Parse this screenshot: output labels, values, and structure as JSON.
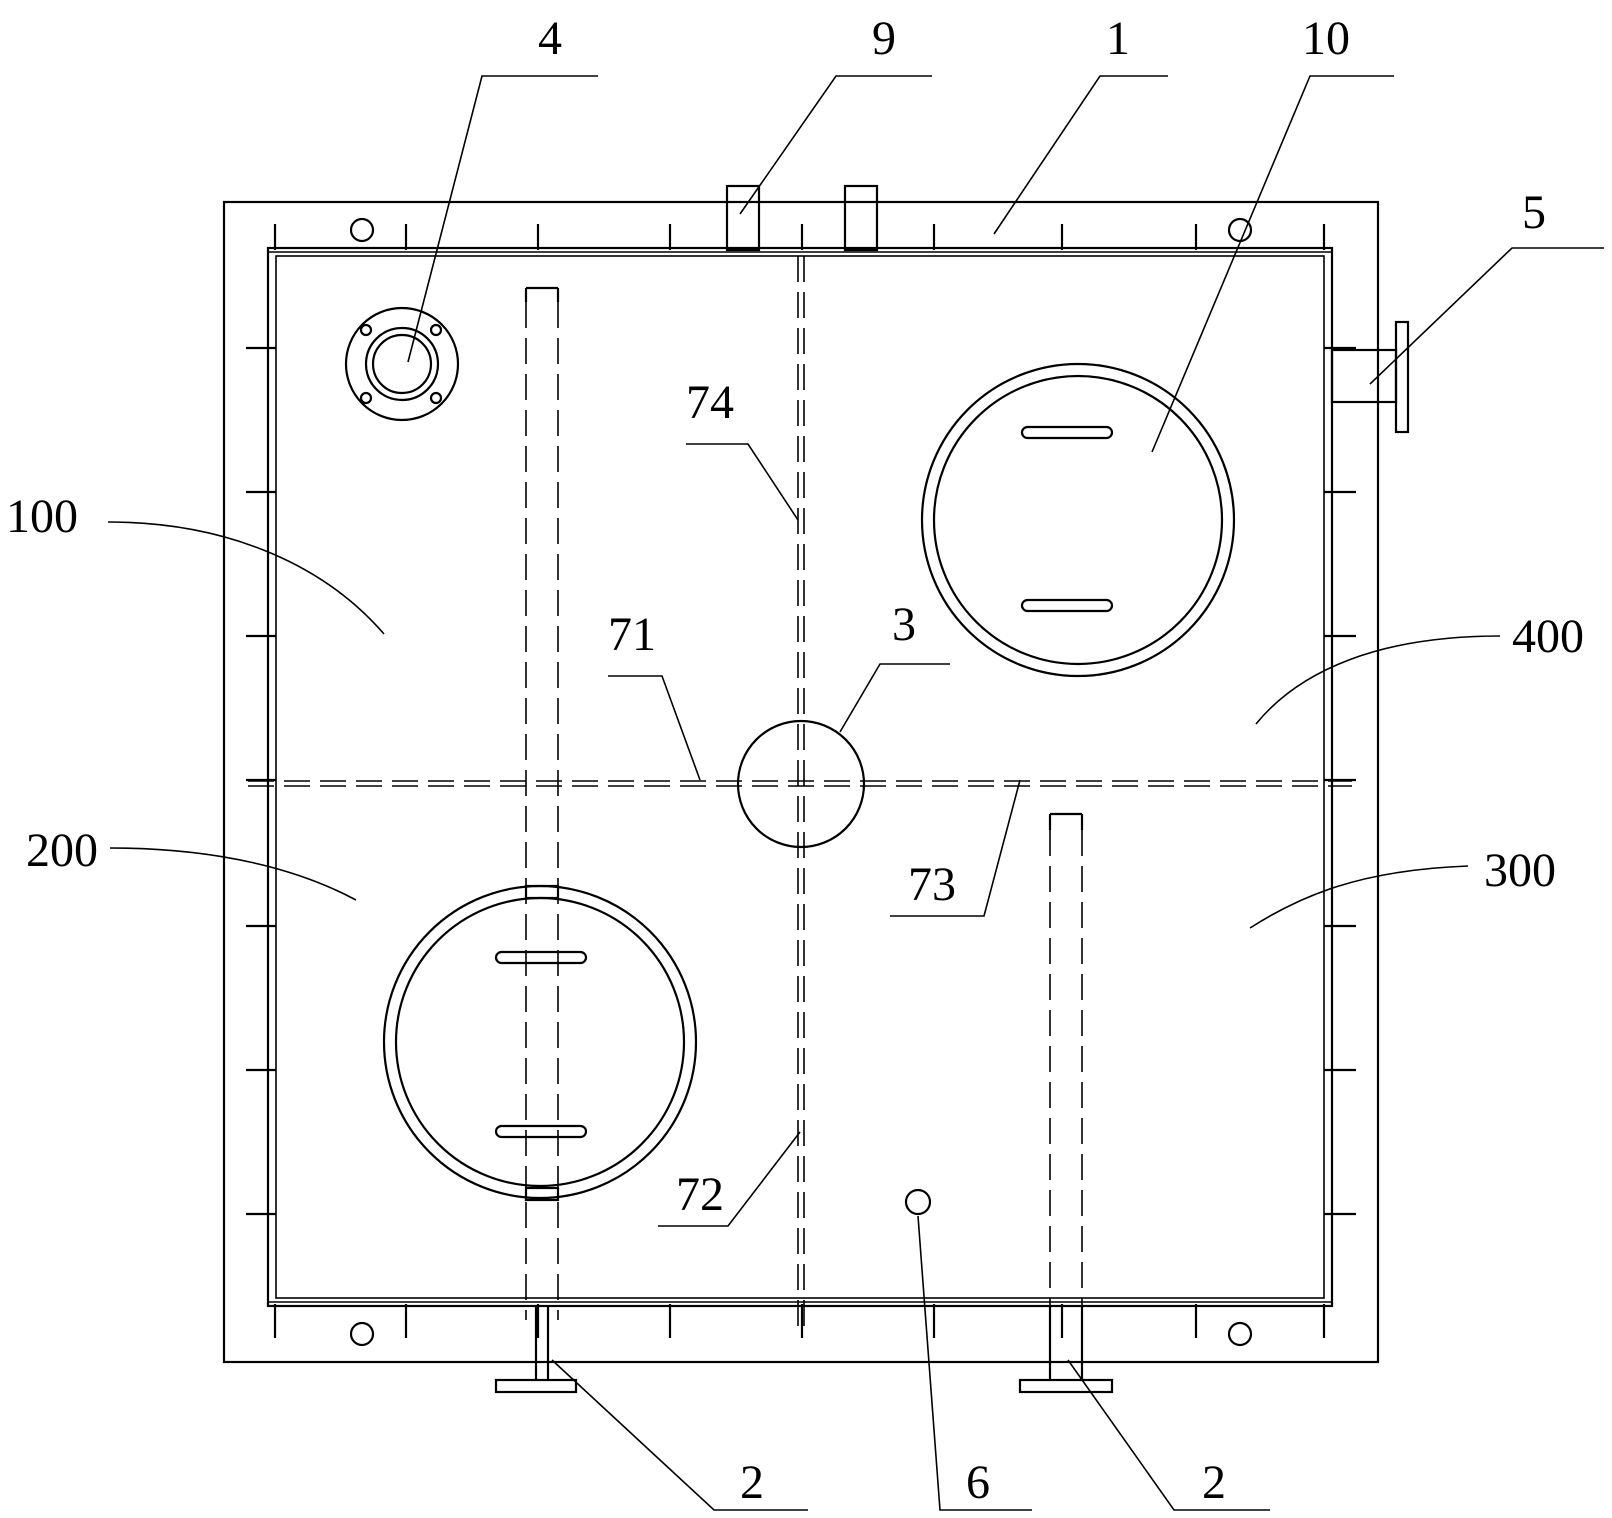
{
  "labels": {
    "top_1": "4",
    "top_2": "9",
    "top_3": "1",
    "top_4": "10",
    "right_top": "5",
    "left_upper": "100",
    "left_lower": "200",
    "right_upper": "400",
    "right_lower": "300",
    "center_top": "74",
    "center_left": "71",
    "center_hub": "3",
    "center_right": "73",
    "center_bottom": "72",
    "bottom_left": "2",
    "bottom_mid": "6",
    "bottom_right": "2"
  }
}
